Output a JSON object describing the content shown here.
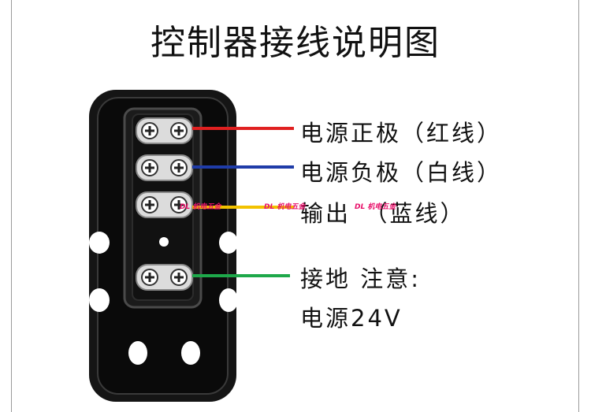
{
  "title": "控制器接线说明图",
  "labels": {
    "positive": "电源正极（红线）",
    "negative": "电源负极（白线）",
    "output": "输出　（蓝线）",
    "ground_note": "接地 注意:",
    "voltage": "电源24V"
  },
  "watermarks": [
    "DL 机电五金",
    "DL 机电五金",
    "DL 机电五金"
  ],
  "colors": {
    "positive_wire": "#e02020",
    "negative_wire": "#1f3ca8",
    "output_wire": "#f2c200",
    "ground_wire": "#1ea84a",
    "watermark": "#e8106a"
  }
}
